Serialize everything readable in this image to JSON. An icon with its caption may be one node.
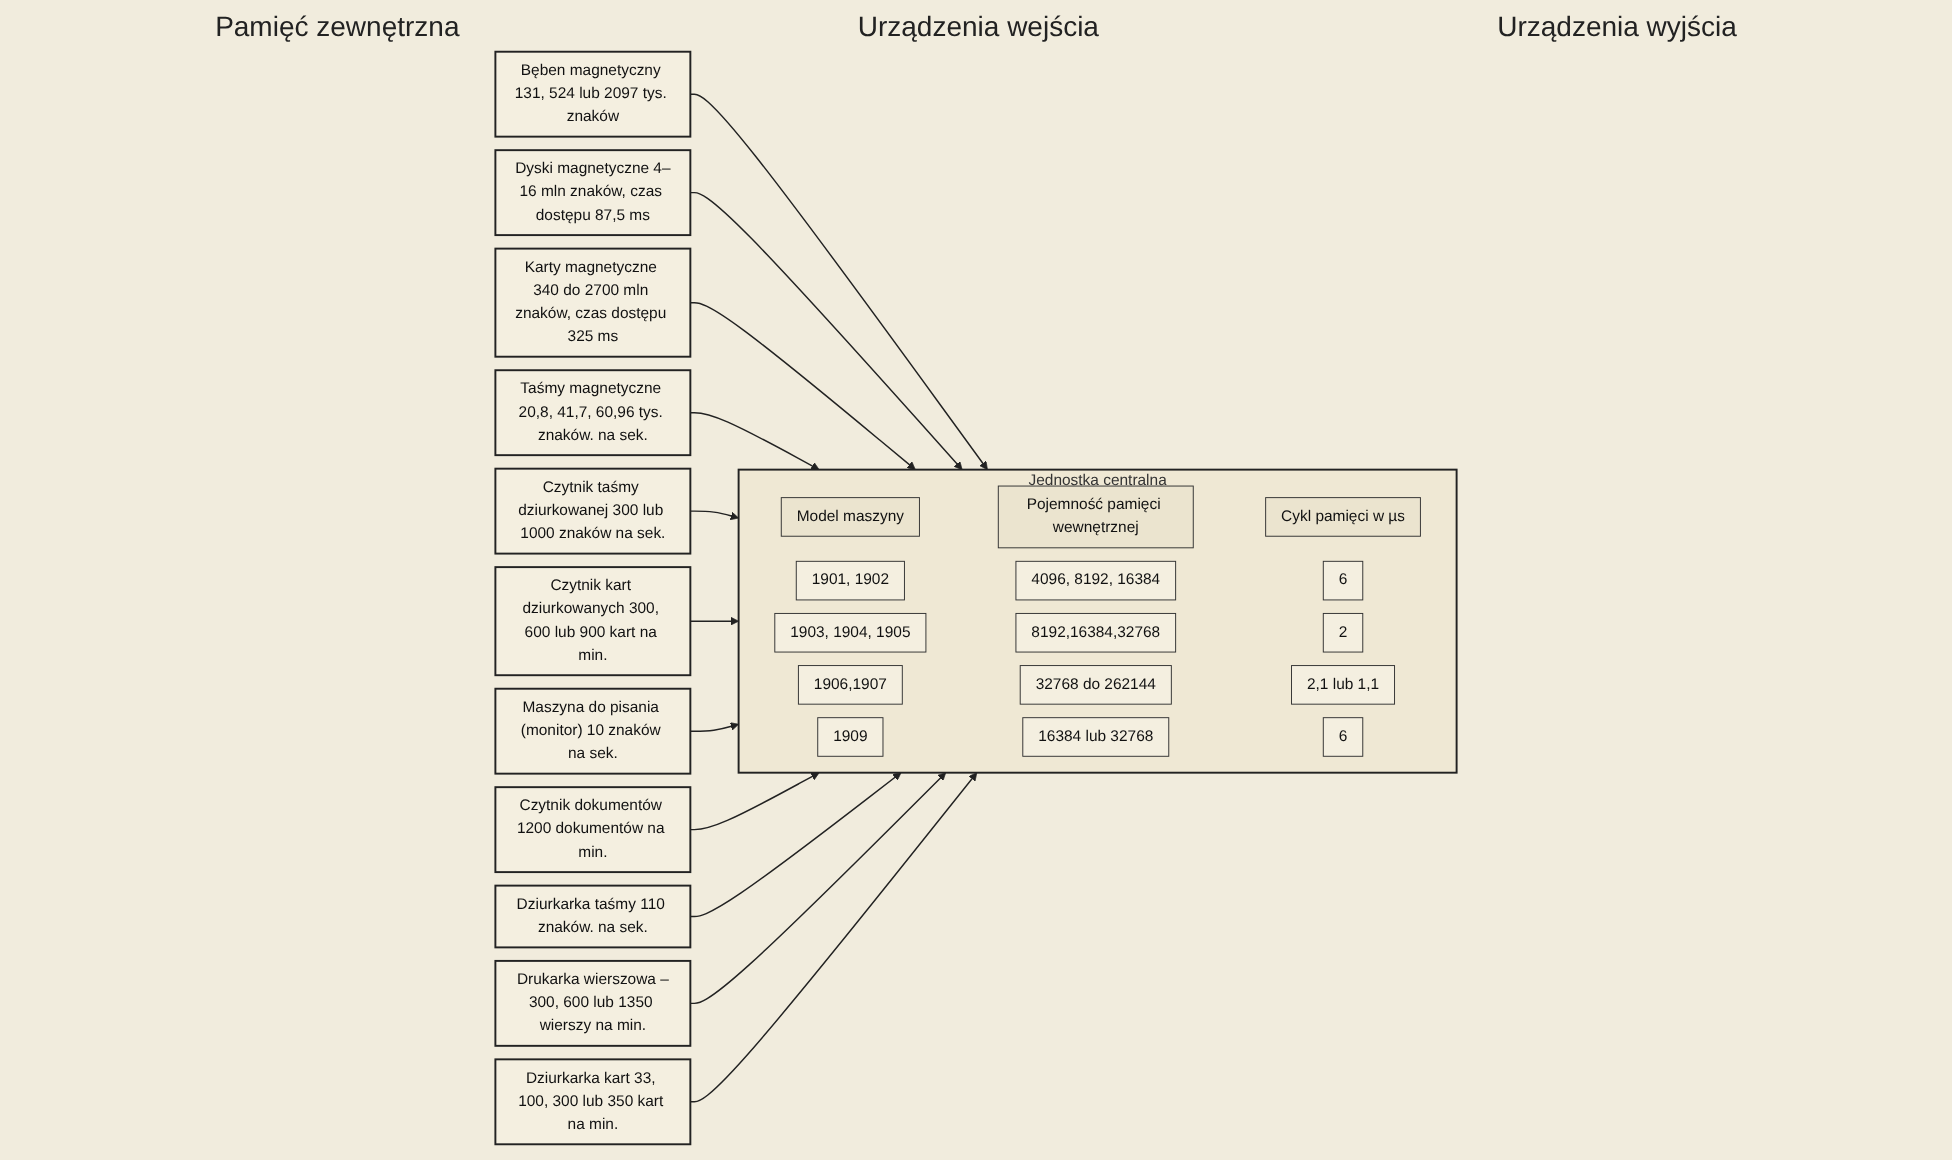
{
  "diagram": {
    "nodes": [
      {
        "text": [
          "Bęben magnetyczny 131, 524 lub 2097 tys. znaków"
        ]
      },
      {
        "text": [
          "Dyski magnetyczne 4–16 mln znaków, czas dostępu 87,5 ms"
        ]
      },
      {
        "text": [
          "Karty magnetyczne 340 do 2700 mln znaków, czas dostępu 325 ms"
        ]
      },
      {
        "text": [
          "Taśmy magnetyczne 20,8, 41,7, 60,96 tys. znaków. na sek."
        ]
      },
      {
        "text": [
          "Jednostka centralna"
        ]
      },
      {
        "text": [
          "Model maszyny"
        ],
        "in": 4
      },
      {
        "text": [
          "Pojemność pamięci wewnętrznej"
        ],
        "in": 4
      },
      {
        "text": [
          "Cykl pamięci w µs"
        ],
        "in": 4
      },
      {
        "text": [
          "1901, 1902"
        ],
        "in": 4
      },
      {
        "text": [
          "4096, 8192, 16384"
        ],
        "in": 4
      },
      {
        "text": [
          "6"
        ],
        "in": 4
      },
      {
        "text": [
          "1903, 1904, 1905"
        ],
        "in": 4
      },
      {
        "text": [
          "8192,16384,32768"
        ],
        "in": 4
      },
      {
        "text": [
          "2"
        ],
        "in": 4
      },
      {
        "text": [
          "1906,1907"
        ],
        "in": 4
      },
      {
        "text": [
          "32768 do 262144"
        ],
        "in": 4
      },
      {
        "text": [
          "2,1 lub 1,1"
        ],
        "in": 4
      },
      {
        "text": [
          "1909"
        ],
        "in": 4
      },
      {
        "text": [
          "16384 lub 32768"
        ],
        "in": 4
      },
      {
        "text": [
          "6"
        ],
        "in": 4
      },
      {
        "text": [
          "Czytnik taśmy dziurkowanej 300 lub 1000 znaków na sek."
        ]
      },
      {
        "text": [
          "Czytnik kart dziurkowanych 300, 600 lub 900 kart na min."
        ]
      },
      {
        "text": [
          "Maszyna do pisania (monitor) 10 znaków na sek."
        ]
      },
      {
        "text": [
          "Czytnik dokumentów 1200 dokumentów na min."
        ]
      },
      {
        "text": [
          "Dziurkarka taśmy 110 znaków. na sek."
        ]
      },
      {
        "text": [
          "Drukarka wierszowa –300, 600 lub 1350 wierszy na min."
        ]
      },
      {
        "text": [
          "Dziurkarka kart 33, 100, 300 lub 350 kart na min."
        ]
      }
    ],
    "edges": [
      {
        "from": 0,
        "to": 4,
        "arrow": "to"
      },
      {
        "from": 1,
        "to": 4,
        "arrow": "to"
      },
      {
        "from": 2,
        "to": 4,
        "arrow": "to"
      },
      {
        "from": 3,
        "to": 4,
        "arrow": "to"
      },
      {
        "from": 20,
        "to": 4,
        "arrow": "to"
      },
      {
        "from": 21,
        "to": 4,
        "arrow": "to"
      },
      {
        "from": 22,
        "to": 4,
        "arrow": "to"
      },
      {
        "from": 23,
        "to": 4,
        "arrow": "to"
      },
      {
        "from": 24,
        "to": 4,
        "arrow": "to"
      },
      {
        "from": 25,
        "to": 4,
        "arrow": "to"
      },
      {
        "from": 26,
        "to": 4,
        "arrow": "to"
      }
    ],
    "labels": [
      "Pamięć zewnętrzna",
      "Urządzenia wejścia",
      "Urządzenia wyjścia"
    ]
  }
}
